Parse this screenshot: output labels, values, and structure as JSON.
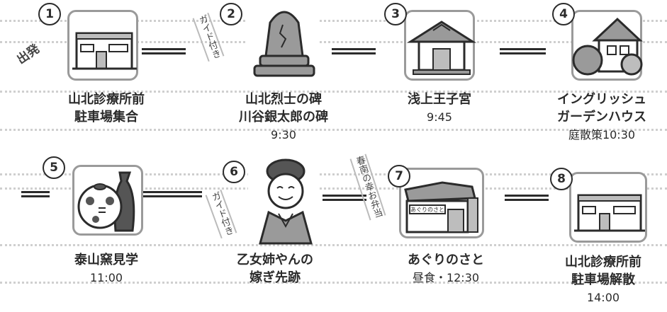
{
  "stops": [
    {
      "number": "1",
      "lines": [
        "山北診療所前",
        "駐車場集合"
      ],
      "time": "",
      "tag": "出発",
      "icon": "building-icon"
    },
    {
      "number": "2",
      "lines": [
        "山北烈士の碑",
        "川谷銀太郎の碑"
      ],
      "time": "9:30",
      "tag": "ガイド付き",
      "icon": "stone-monument-icon"
    },
    {
      "number": "3",
      "lines": [
        "浅上王子宮"
      ],
      "time": "9:45",
      "tag": "",
      "icon": "shrine-icon"
    },
    {
      "number": "4",
      "lines": [
        "イングリッシュ",
        "ガーデンハウス"
      ],
      "time": "庭散策10:30",
      "tag": "",
      "icon": "garden-house-icon"
    },
    {
      "number": "5",
      "lines": [
        "泰山窯見学"
      ],
      "time": "11:00",
      "tag": "",
      "icon": "pottery-icon"
    },
    {
      "number": "6",
      "lines": [
        "乙女姉やんの",
        "嫁ぎ先跡"
      ],
      "time": "",
      "tag": "ガイド付き",
      "icon": "woman-kimono-icon"
    },
    {
      "number": "7",
      "lines": [
        "あぐりのさと"
      ],
      "time": "昼食・12:30",
      "tag": "春南の幸お弁当",
      "icon": "agri-building-icon"
    },
    {
      "number": "8",
      "lines": [
        "山北診療所前",
        "駐車場解散"
      ],
      "time": "14:00",
      "tag": "",
      "icon": "building-icon"
    }
  ],
  "sign_text": "あぐりのさと",
  "colors": {
    "line": "#2b2b2b",
    "frame": "#9a9a9a",
    "dots": "#cfcfcf",
    "fill": "#bdbdbd"
  }
}
